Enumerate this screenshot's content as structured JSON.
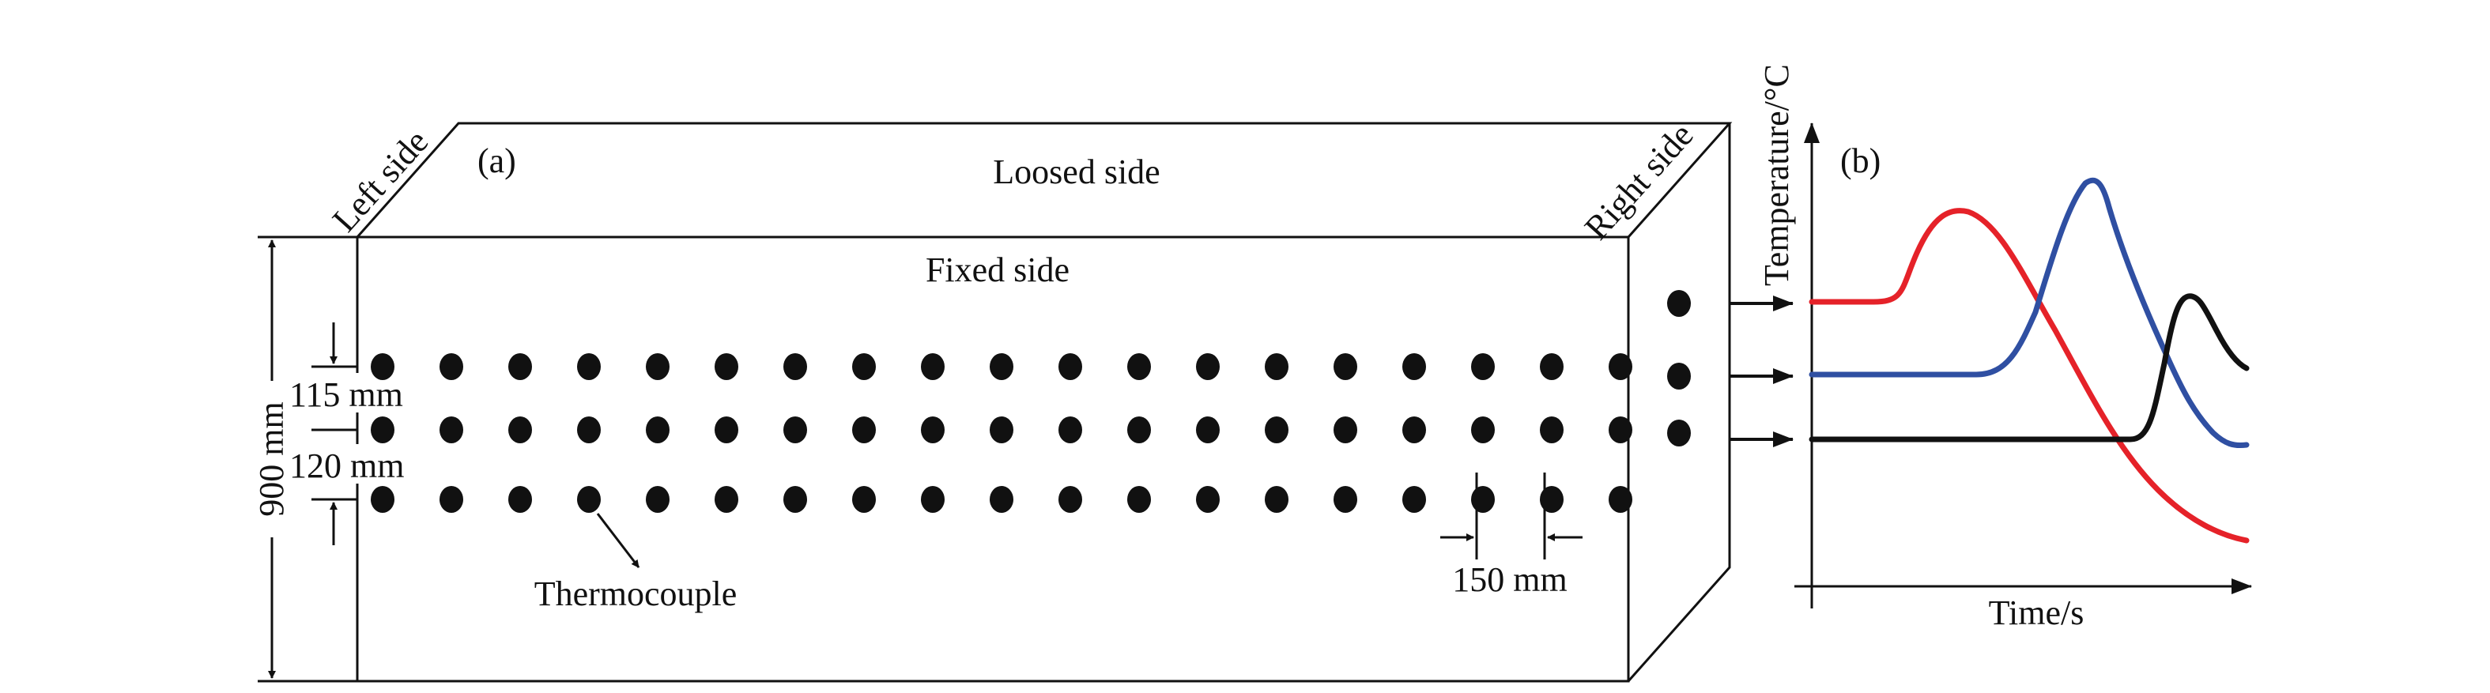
{
  "panel_a": {
    "tag": "(a)",
    "top_face_label": "Loosed side",
    "front_face_label": "Fixed side",
    "left_face_label": "Left side",
    "right_face_label": "Right side",
    "dim_height": "900 mm",
    "dim_row_gap_1": "115 mm",
    "dim_row_gap_2": "120 mm",
    "dim_column_spacing": "150 mm",
    "thermocouple_label": "Thermocouple",
    "front_grid": {
      "rows": 3,
      "columns": 19
    },
    "side_points": 3
  },
  "panel_b": {
    "tag": "(b)",
    "x_axis_label": "Time/s",
    "y_axis_label": "Temperature/°C",
    "curve_colors": [
      "#e52229",
      "#2f4fa2",
      "#111111"
    ]
  }
}
